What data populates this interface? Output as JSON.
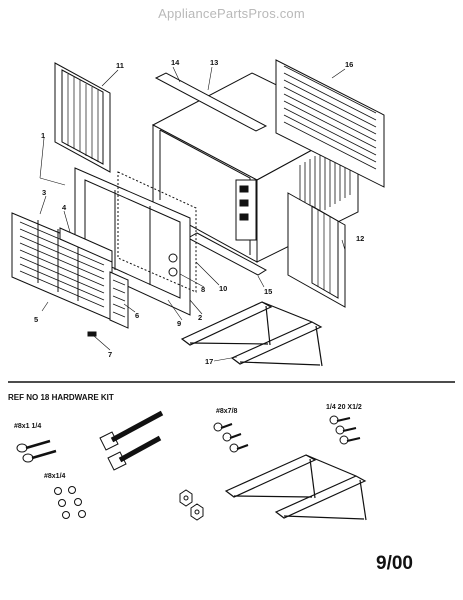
{
  "watermark": "AppliancePartsPros.com",
  "callouts": [
    "1",
    "2",
    "3",
    "4",
    "5",
    "6",
    "7",
    "8",
    "9",
    "10",
    "11",
    "12",
    "13",
    "14",
    "15",
    "16",
    "17"
  ],
  "hardware_kit": {
    "title": "REF NO 18 HARDWARE KIT",
    "labels": [
      "#8x1 1/4",
      "#8x7/8",
      "1/4 20 X1/2",
      "#8x1/4"
    ]
  },
  "date_code": "9/00"
}
